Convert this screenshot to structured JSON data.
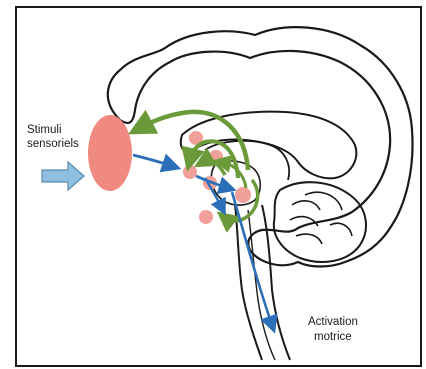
{
  "labels": {
    "input_line1": "Stimuli",
    "input_line2": "sensoriels",
    "output_line1": "Activation",
    "output_line2": "motrice"
  },
  "colors": {
    "frame": "#1a1a1a",
    "outline": "#1a1a1a",
    "sensory_cortex": "#f08a80",
    "nuclei": "#f0a098",
    "green_arrows": "#6a9a3a",
    "blue_arrows": "#2a6fb8",
    "input_arrow_fill": "#8fbfe0",
    "input_arrow_stroke": "#5a8ab0"
  }
}
